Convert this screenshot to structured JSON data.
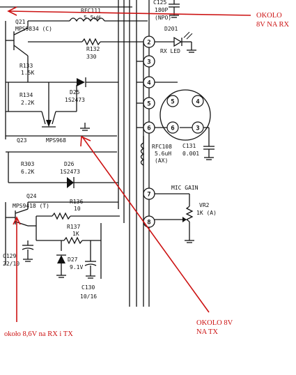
{
  "components": {
    "q21": "Q21",
    "q21_part": "MPS9834 (C)",
    "rfc111": "RFC111",
    "rfc111_val": "5.5uH",
    "c125": "C125",
    "c125_val": "180P",
    "c125_note": "(NPO)",
    "r132": "R132",
    "r132_val": "330",
    "d201": "D201",
    "rx_led": "RX LED",
    "r133": "R133",
    "r133_val": "1.5K",
    "r134": "R134",
    "r134_val": "2.2K",
    "d25": "D25",
    "d25_part": "1S2473",
    "q23": "Q23",
    "q23_part": "MPS968",
    "r303": "R303",
    "r303_val": "6.2K",
    "d26": "D26",
    "d26_part": "1S2473",
    "rfc108": "RFC108",
    "rfc108_val": "5.6uH",
    "rfc108_note": "(AX)",
    "c131": "C131",
    "c131_val": "0.001",
    "mic_gain": "MIC GAIN",
    "vr2": "VR2",
    "vr2_val": "1K (A)",
    "q24": "Q24",
    "q24_part": "MPS9418 (T)",
    "r136": "R136",
    "r136_val": "10",
    "r137": "R137",
    "r137_val": "1K",
    "d27": "D27",
    "d27_val": "9.1V",
    "c129": "C129",
    "c129_val": "22/10",
    "c130": "C130",
    "c130_val": "10/16"
  },
  "pins": [
    "2",
    "3",
    "4",
    "5",
    "6",
    "7",
    "8"
  ],
  "socket_pins": [
    "5",
    "4",
    "6",
    "3"
  ],
  "annotations": {
    "top_right_line1": "OKOLO",
    "top_right_line2": "8V NA RX",
    "mid_right_line1": "OKOLO 8V",
    "mid_right_line2": "NA TX",
    "bottom_left": "około 8,6V na RX i TX"
  },
  "colors": {
    "annotation": "#cc1111",
    "ink": "#111111"
  }
}
